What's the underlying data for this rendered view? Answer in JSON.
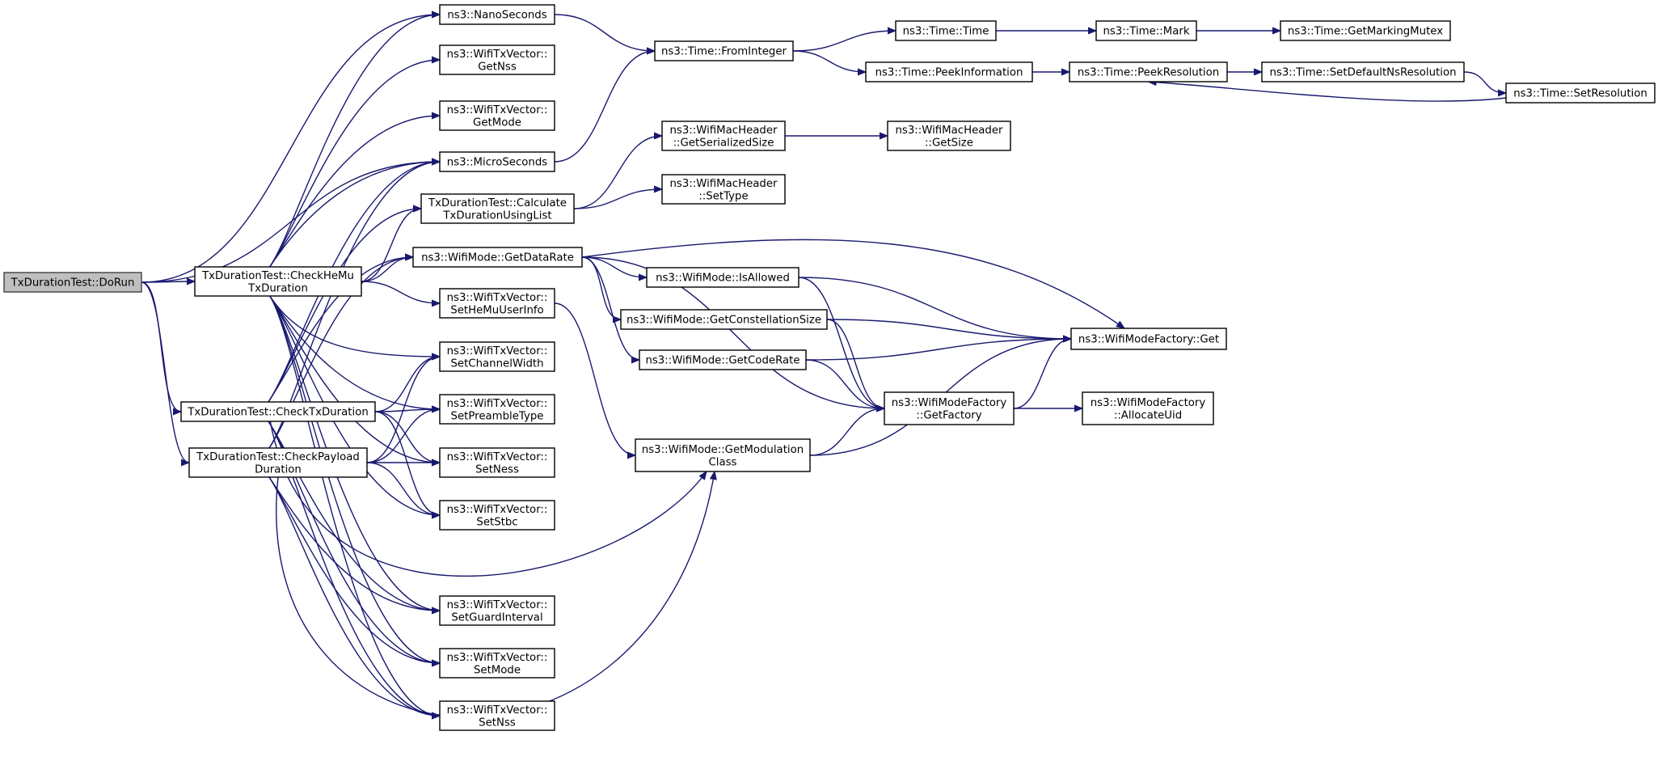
{
  "graph": {
    "nodes": [
      {
        "id": "dorun",
        "lines": [
          "TxDurationTest::DoRun"
        ],
        "root": true
      },
      {
        "id": "checkhemu",
        "lines": [
          "TxDurationTest::CheckHeMu",
          "TxDuration"
        ]
      },
      {
        "id": "checktx",
        "lines": [
          "TxDurationTest::CheckTxDuration"
        ]
      },
      {
        "id": "checkpayload",
        "lines": [
          "TxDurationTest::CheckPayload",
          "Duration"
        ]
      },
      {
        "id": "nanoseconds",
        "lines": [
          "ns3::NanoSeconds"
        ]
      },
      {
        "id": "getnss",
        "lines": [
          "ns3::WifiTxVector::",
          "GetNss"
        ]
      },
      {
        "id": "getmode",
        "lines": [
          "ns3::WifiTxVector::",
          "GetMode"
        ]
      },
      {
        "id": "microseconds",
        "lines": [
          "ns3::MicroSeconds"
        ]
      },
      {
        "id": "calclist",
        "lines": [
          "TxDurationTest::Calculate",
          "TxDurationUsingList"
        ]
      },
      {
        "id": "getdatarate",
        "lines": [
          "ns3::WifiMode::GetDataRate"
        ]
      },
      {
        "id": "sethemu",
        "lines": [
          "ns3::WifiTxVector::",
          "SetHeMuUserInfo"
        ]
      },
      {
        "id": "setchannelwidth",
        "lines": [
          "ns3::WifiTxVector::",
          "SetChannelWidth"
        ]
      },
      {
        "id": "setpreamble",
        "lines": [
          "ns3::WifiTxVector::",
          "SetPreambleType"
        ]
      },
      {
        "id": "setness",
        "lines": [
          "ns3::WifiTxVector::",
          "SetNess"
        ]
      },
      {
        "id": "setstbc",
        "lines": [
          "ns3::WifiTxVector::",
          "SetStbc"
        ]
      },
      {
        "id": "setguard",
        "lines": [
          "ns3::WifiTxVector::",
          "SetGuardInterval"
        ]
      },
      {
        "id": "setmode",
        "lines": [
          "ns3::WifiTxVector::",
          "SetMode"
        ]
      },
      {
        "id": "setnss",
        "lines": [
          "ns3::WifiTxVector::",
          "SetNss"
        ]
      },
      {
        "id": "frominteger",
        "lines": [
          "ns3::Time::FromInteger"
        ]
      },
      {
        "id": "getserialized",
        "lines": [
          "ns3::WifiMacHeader",
          "::GetSerializedSize"
        ]
      },
      {
        "id": "settype",
        "lines": [
          "ns3::WifiMacHeader",
          "::SetType"
        ]
      },
      {
        "id": "isallowed",
        "lines": [
          "ns3::WifiMode::IsAllowed"
        ]
      },
      {
        "id": "getconst",
        "lines": [
          "ns3::WifiMode::GetConstellationSize"
        ]
      },
      {
        "id": "getcoderate",
        "lines": [
          "ns3::WifiMode::GetCodeRate"
        ]
      },
      {
        "id": "getmodclass",
        "lines": [
          "ns3::WifiMode::GetModulation",
          "Class"
        ]
      },
      {
        "id": "timetime",
        "lines": [
          "ns3::Time::Time"
        ]
      },
      {
        "id": "peekinfo",
        "lines": [
          "ns3::Time::PeekInformation"
        ]
      },
      {
        "id": "getsize",
        "lines": [
          "ns3::WifiMacHeader",
          "::GetSize"
        ]
      },
      {
        "id": "getfactory",
        "lines": [
          "ns3::WifiModeFactory",
          "::GetFactory"
        ]
      },
      {
        "id": "timemark",
        "lines": [
          "ns3::Time::Mark"
        ]
      },
      {
        "id": "peekres",
        "lines": [
          "ns3::Time::PeekResolution"
        ]
      },
      {
        "id": "factoryget",
        "lines": [
          "ns3::WifiModeFactory::Get"
        ]
      },
      {
        "id": "allocuid",
        "lines": [
          "ns3::WifiModeFactory",
          "::AllocateUid"
        ]
      },
      {
        "id": "getmutex",
        "lines": [
          "ns3::Time::GetMarkingMutex"
        ]
      },
      {
        "id": "setdefaultns",
        "lines": [
          "ns3::Time::SetDefaultNsResolution"
        ]
      },
      {
        "id": "setres",
        "lines": [
          "ns3::Time::SetResolution"
        ]
      }
    ]
  },
  "colors": {
    "edge": "#191970",
    "node_border": "#000000",
    "root_fill": "#bfbfbf",
    "node_fill": "#ffffff"
  }
}
